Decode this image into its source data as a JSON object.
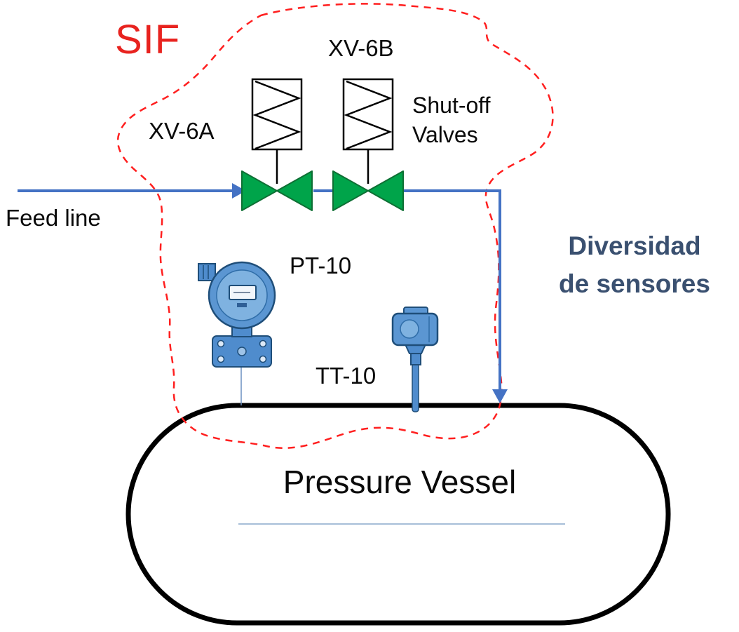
{
  "title": "Safety Instrumented Function (SIF) piping diagram",
  "labels": {
    "sif": "SIF",
    "feed_line": "Feed line",
    "valve_a": "XV-6A",
    "valve_b": "XV-6B",
    "shutoff_line1": "Shut-off",
    "shutoff_line2": "Valves",
    "diversity_line1": "Diversidad",
    "diversity_line2": "de sensores",
    "pressure_transmitter": "PT-10",
    "temperature_transmitter": "TT-10",
    "vessel": "Pressure Vessel"
  },
  "colors": {
    "sif_red": "#e8231f",
    "boundary_dashed_red": "#ff1f1f",
    "pipe_blue": "#4472c4",
    "valve_green": "#00a44a",
    "valve_outline_green": "#0e6f34",
    "diversity_text_blue": "#3a5070",
    "instrument_blue": "#5b96d2",
    "instrument_outline_blue": "#1f4e79",
    "vessel_outline": "#000000",
    "vessel_inner_line": "#8aa8cc"
  }
}
